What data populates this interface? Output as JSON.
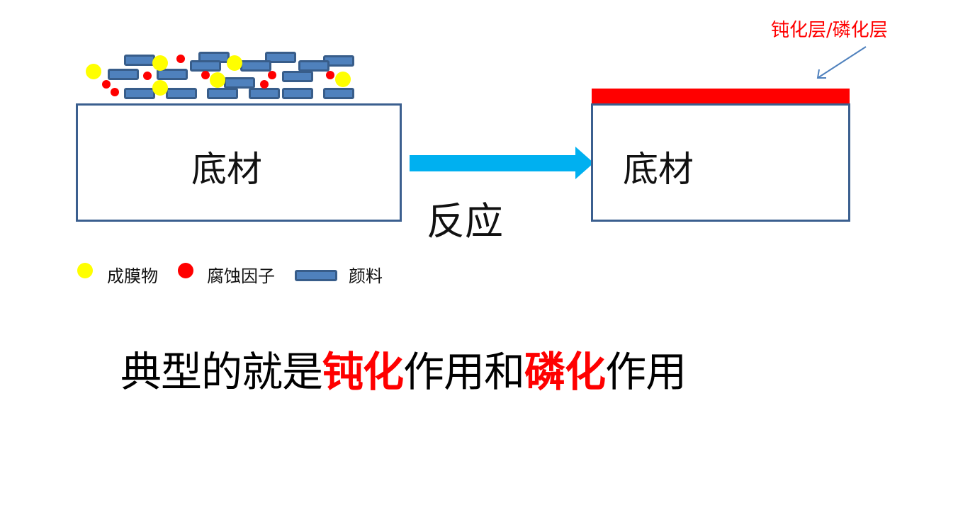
{
  "left_panel": {
    "substrate_label": "底材",
    "particles": {
      "pigments": [
        [
          197,
          85
        ],
        [
          302,
          81
        ],
        [
          396,
          81
        ],
        [
          478,
          86
        ],
        [
          174,
          105
        ],
        [
          243,
          105
        ],
        [
          290,
          93
        ],
        [
          361,
          93
        ],
        [
          443,
          93
        ],
        [
          420,
          108
        ],
        [
          338,
          117
        ],
        [
          197,
          132
        ],
        [
          256,
          132
        ],
        [
          314,
          132
        ],
        [
          373,
          132
        ],
        [
          420,
          132
        ],
        [
          478,
          132
        ]
      ],
      "film_formers": [
        [
          132,
          101
        ],
        [
          226,
          89
        ],
        [
          331,
          89
        ],
        [
          307,
          113
        ],
        [
          226,
          124
        ],
        [
          484,
          112
        ]
      ],
      "corrosion_factors": [
        [
          255,
          83
        ],
        [
          150,
          119
        ],
        [
          162,
          130
        ],
        [
          208,
          107
        ],
        [
          290,
          106
        ],
        [
          384,
          106
        ],
        [
          373,
          119
        ],
        [
          466,
          106
        ]
      ]
    }
  },
  "arrow": {
    "label": "反应",
    "color": "#00b0f0"
  },
  "right_panel": {
    "substrate_label": "底材",
    "layer_color": "#ff0000",
    "callout": "钝化层/磷化层"
  },
  "legend": {
    "film_former": "成膜物",
    "corrosion_factor": "腐蚀因子",
    "pigment": "颜料"
  },
  "caption": {
    "part1": "典型的就是",
    "highlight1": "钝化",
    "part2": "作用和",
    "highlight2": "磷化",
    "part3": "作用"
  },
  "colors": {
    "box_border": "#3b5f8f",
    "pigment_fill": "#4f81bd",
    "film_former": "#ffff00",
    "corrosion_factor": "#ff0000",
    "highlight": "#ff0000"
  }
}
